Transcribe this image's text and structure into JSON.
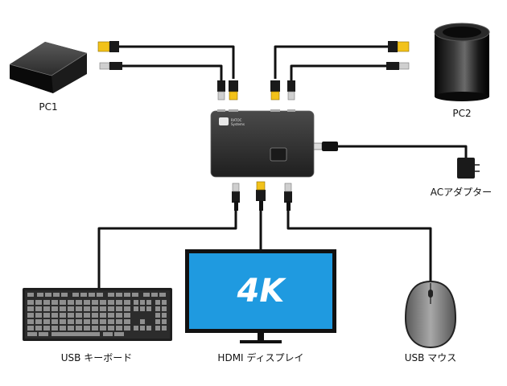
{
  "labels": {
    "pc1": "PC1",
    "pc2": "PC2",
    "ac_adapter": "ACアダプター",
    "keyboard": "USB キーボード",
    "display": "HDMI ディスプレイ",
    "mouse": "USB マウス"
  },
  "display_text": "4K",
  "brand": {
    "line1": "RATOC",
    "line2": "Systems"
  },
  "colors": {
    "monitor_blue": "#1f9ae0",
    "hdmi_gold": "#f2c21a",
    "device_dark": "#2a2a2a",
    "cable": "#111111"
  }
}
